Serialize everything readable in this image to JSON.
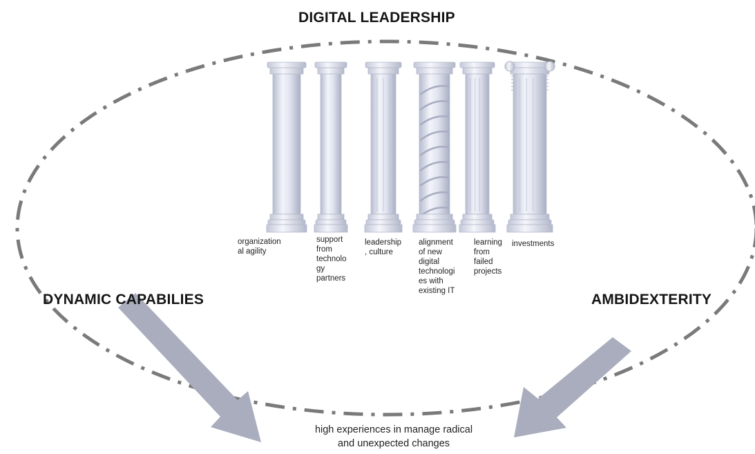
{
  "title": "DIGITAL LEADERSHIP",
  "left_label": "DYNAMIC CAPABILIES",
  "right_label": "AMBIDEXTERITY",
  "outcome": "high experiences in manage radical\nand unexpected changes",
  "pillars": [
    {
      "label": "organization\nal agility",
      "style": "plain"
    },
    {
      "label": "support\nfrom\ntechnolo\ngy\npartners",
      "style": "plain"
    },
    {
      "label": "leadership\n, culture",
      "style": "ringed"
    },
    {
      "label": "alignment\nof new\ndigital\ntechnologi\nes with\nexisting IT",
      "style": "spiral"
    },
    {
      "label": "learning\nfrom\nfailed\nprojects",
      "style": "fluted"
    },
    {
      "label": "investments",
      "style": "ionic"
    }
  ],
  "colors": {
    "ellipse": "#7a7a7a",
    "pillar_light": "#eef0f8",
    "pillar_mid": "#d3d7e6",
    "pillar_dark": "#a8adc2",
    "arrow": "#a9adbd"
  }
}
